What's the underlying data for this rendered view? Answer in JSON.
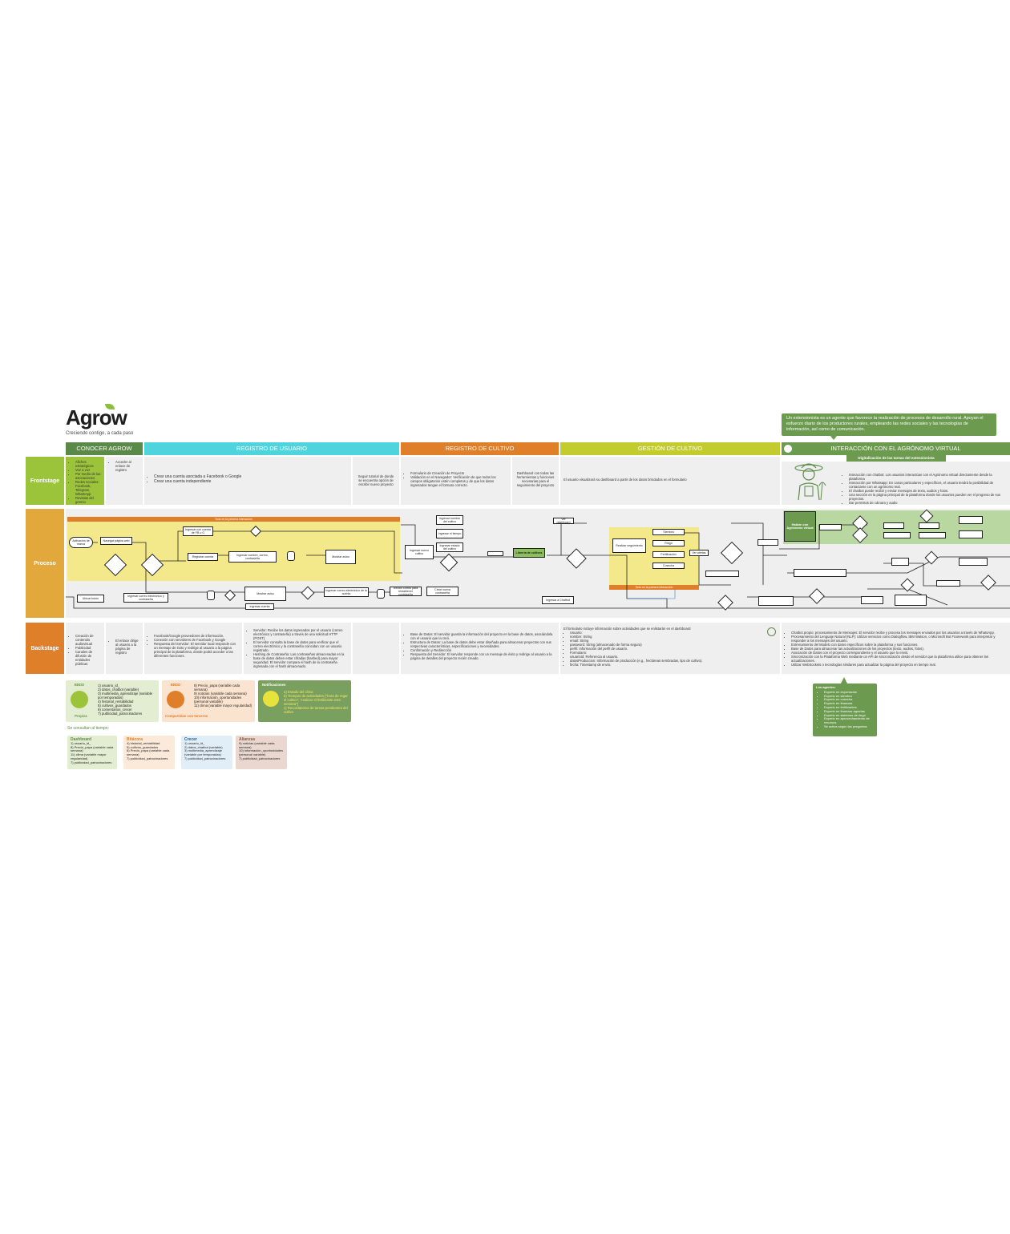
{
  "brand": {
    "name": "Agrow",
    "tagline": "Creciendo contigo, a cada paso"
  },
  "colors": {
    "green": "#6c9a4f",
    "lime": "#9cc43a",
    "cyan": "#4fd4de",
    "orange": "#e07f2a",
    "yellowgreen": "#c3cc2e",
    "darkgreen": "#5b8a48"
  },
  "top_note": "Un extensionista es un agente que favorece la realización de procesos de desarrollo rural. Apoyan el esfuerzo diario de los productores rurales, empleando las redes sociales y las tecnologías de información, así como de comunicación.",
  "phases": [
    {
      "label": "CONOCER AGROW"
    },
    {
      "label": "REGISTRO DE USUARIO"
    },
    {
      "label": "REGISTRO DE CULTIVO"
    },
    {
      "label": "GESTIÓN DE CULTIVO"
    },
    {
      "label": "INTERACCIÓN CON EL AGRÓNOMO VIRTUAL"
    }
  ],
  "sub_banner": "Digitalización de las tareas del extensionista",
  "lanes": {
    "frontstage": "Frontstage",
    "proceso": "Proceso",
    "backstage": "Backstage"
  },
  "frontstage": {
    "c1": [
      "Afiches estratégicos",
      "Voz a voz",
      "Por medio de las asociaciones",
      "Redes sociales: Facebook, Telegram, WhatsApp",
      "Revistas del gremio"
    ],
    "c2": "Acceder al enlace de registro",
    "c3": [
      "Crear una cuenta asociada a Facebook o Google",
      "Crear una cuenta independiente"
    ],
    "c4": "Seguir tutorial de donde se encuentra opción de escribir nuevo proyecto",
    "c5": [
      "Formulario de Creación de Proyecto",
      "Validación en el Navegador: Verificación de que todos los campos obligatorios estén completos y de que los datos ingresados tengan el formato correcto."
    ],
    "c6": "Dashboard con todas las herramientas y funciones necesarias para el seguimiento del proyecto",
    "c7": "El usuario visualizará su dashboard a partir de los datos brindados en el formulario",
    "c8": [
      "Interacción con chatbot: Los usuarios interactúan con el Agrónomo virtual directamente desde la plataforma",
      "Interacción por Whatsapp: En casos particulares y específicos, el usuario tendrá la posibilidad de contactarse con un agrónomo real.",
      "El chatbot puede recibir y enviar mensajes de texto, audios y fotos.",
      "Una sección en la página principal de la plataforma donde los usuarios pueden ver el progreso de sus proyectos.",
      "Dar permisos de cámara y audio"
    ]
  },
  "backstage": {
    "c1": [
      "Creación de contenido audiovisual",
      "Publicidad",
      "Canales de difusión de entidades públicas"
    ],
    "c2": "El enlace dirige al usuario a la página de registro",
    "c3": [
      "Facebook/Google proveedores de información.",
      "Conexión con servidores de Facebook y Google",
      "Respuesta del Servidor: El servidor local responde con un mensaje de éxito y redirige al usuario a la página principal de la plataforma, donde podrá acceder a las diferentes funciones."
    ],
    "c4": [
      "Servidor: Recibe los datos ingresados por el usuario (correo electrónico y contraseña) a través de una solicitud HTTP (POST).",
      "El servidor consulta la base de datos para verificar que el correo electrónico y la contraseña coincidan con un usuario registrado.",
      "Hashing de Contraseña: Las contraseñas almacenadas en la base de datos deben estar cifradas (hashed) para mayor seguridad. El servidor compara el hash de la contraseña ingresada con el hash almacenado."
    ],
    "c5": [
      "Base de Datos: El servidor guarda la información del proyecto en la base de datos, asociándola con el usuario que la creó.",
      "Estructura de Datos: La base de datos debe estar diseñada para almacenar proyectos con sus respectivas características, especificaciones y necesidades.",
      "Confirmación y Redirección",
      "Respuesta del Servidor: El servidor responde con un mensaje de éxito y redirige al usuario a la página de detalles del proyecto recién creado."
    ],
    "c6": [
      "El formulario incluye información sobre actividades que se enlistarán en el dashboard",
      "Usuario:",
      "nombre: String",
      "email: String",
      "password: String (almacenado de forma segura)",
      "perfil: Información del perfil de usuario.",
      "Formulario:",
      "usuarioId: Referencia al usuario.",
      "datosProduccion: Información de producción (e.g., hectáreas sembradas, tipo de cultivo).",
      "fecha: Timestamp de envío."
    ],
    "c7": [
      "Chatbot propio: procesamiento de Mensajes: El servidor recibe y procesa los mensajes enviados por los usuarios a través de WhatsApp.",
      "Procesamiento del Lenguaje Natural (NLP): Utilizar servicios como Dialogflow, IBM Watson, o Microsoft Bot Framework para interpretar y responder a los mensajes del usuario.",
      "Entrenamiento del Modelo con datos específicos sobre la plataforma y sus funciones.",
      "Base de Datos para almacenar las actualizaciones de los proyectos (texto, audios, fotos).",
      "Asociación de Datos con el proyecto correspondiente y el usuario que lo envió.",
      "Sincronización con la Plataforma Web mediante un API de sincronización desde el servidor que la plataforma utilice para obtener las actualizaciones.",
      "Utilizar WebSockets o tecnologías similares para actualizar la página del proyecto en tiempo real."
    ]
  },
  "process": {
    "yellow_tag1": "Todo en la primera interacción",
    "yellow_tag2": "Todo en la primera interacción",
    "agronomo": "Hablar con Agrónomo virtual",
    "libreria": "Librería de cultivos",
    "steps": [
      "Activación de marca",
      "Navegar página web",
      "Ingresar con cuenta de FB o G",
      "Registrar cuenta",
      "Ingresar nombre, correo, contraseña",
      "Mostrar aviso",
      "Ubicar botón",
      "Ingresar correo electrónico y contraseña",
      "Mostrar aviso",
      "Ingresar correo electrónico de la cuenta",
      "Recibir correo para restablecer contraseña",
      "Crear nueva contraseña",
      "Ingresar cuenta",
      "Ingresar nuevo cultivo",
      "Ingresar nombre del cultivo",
      "Ingresar el tiempo",
      "Ingresar estado del cultivo",
      "Ingresar a Chatbot",
      "Realizar seguimiento",
      "Siembra",
      "Riego",
      "Fertilización",
      "Cosecha",
      "Ver alertas",
      "Ver dashboard"
    ]
  },
  "bbdd": {
    "propias": {
      "title": "BBDD",
      "caption": "Propias",
      "items": [
        "1) usuario_id_",
        "2) datos_chatbot (variable)",
        "3) multimedia_aprendizaje (variable por temporadas)",
        "4) historial_rentabilidad",
        "5) cultivos_guardados",
        "6) comentarios_crecer",
        "7) publicidad_patrocinadores"
      ]
    },
    "compartidas": {
      "title": "BBDD",
      "caption": "Compartidas con terceros",
      "items": [
        "8) Precio_papa (variable cada semana)",
        "9) noticias (variable cada semana)",
        "10) información_oportunidades (persona/ variable)",
        "11) clima (variable mayor regularidad)"
      ]
    },
    "notificaciones": {
      "title": "Notificaciones",
      "items": [
        "a) Estado del clima",
        "b) Tiempos de actividades (\"hora de regar el cultivo\", \"realizar el fertilizante este semana\")",
        "c) Recordatorios de tareas pendientes del cultivo"
      ]
    }
  },
  "consult_title": "Se consultan al tiempo:",
  "consult": [
    {
      "title": "Dashboard",
      "items": [
        "1) usuario_id_",
        "8) Precio_papa (variable cada semana)",
        "11) clima (variable mayor regularidad)",
        "7) publicidad_patrocinadores"
      ]
    },
    {
      "title": "Bitácora",
      "items": [
        "4) historial_rentabilidad",
        "5) cultivos_guardados",
        "8) Precio_papa (variable cada semana)",
        "7) publicidad_patrocinadores"
      ]
    },
    {
      "title": "Crecer",
      "items": [
        "1) usuario_id_",
        "2) datos_chatbot (variable)",
        "3) multimedia_aprendizaje (variable por temporadas)",
        "7) publicidad_patrocinadores"
      ]
    },
    {
      "title": "Alianzas",
      "items": [
        "9) noticias (variable cada semana)",
        "10) información_oportunidades (persona/ variable)",
        "7) publicidad_patrocinadores"
      ]
    }
  ],
  "agentes": {
    "title": "Los agentes:",
    "items": [
      "Experto en exportación",
      "Experto en siembra",
      "Experto en cosecha",
      "Experto en finanzas",
      "Experto en fertilizantes",
      "Experto en finanzas agrarias",
      "Experto en sistemas de riego",
      "Experto en aprovechamiento de recursos",
      "Se activa según las preguntas"
    ]
  }
}
